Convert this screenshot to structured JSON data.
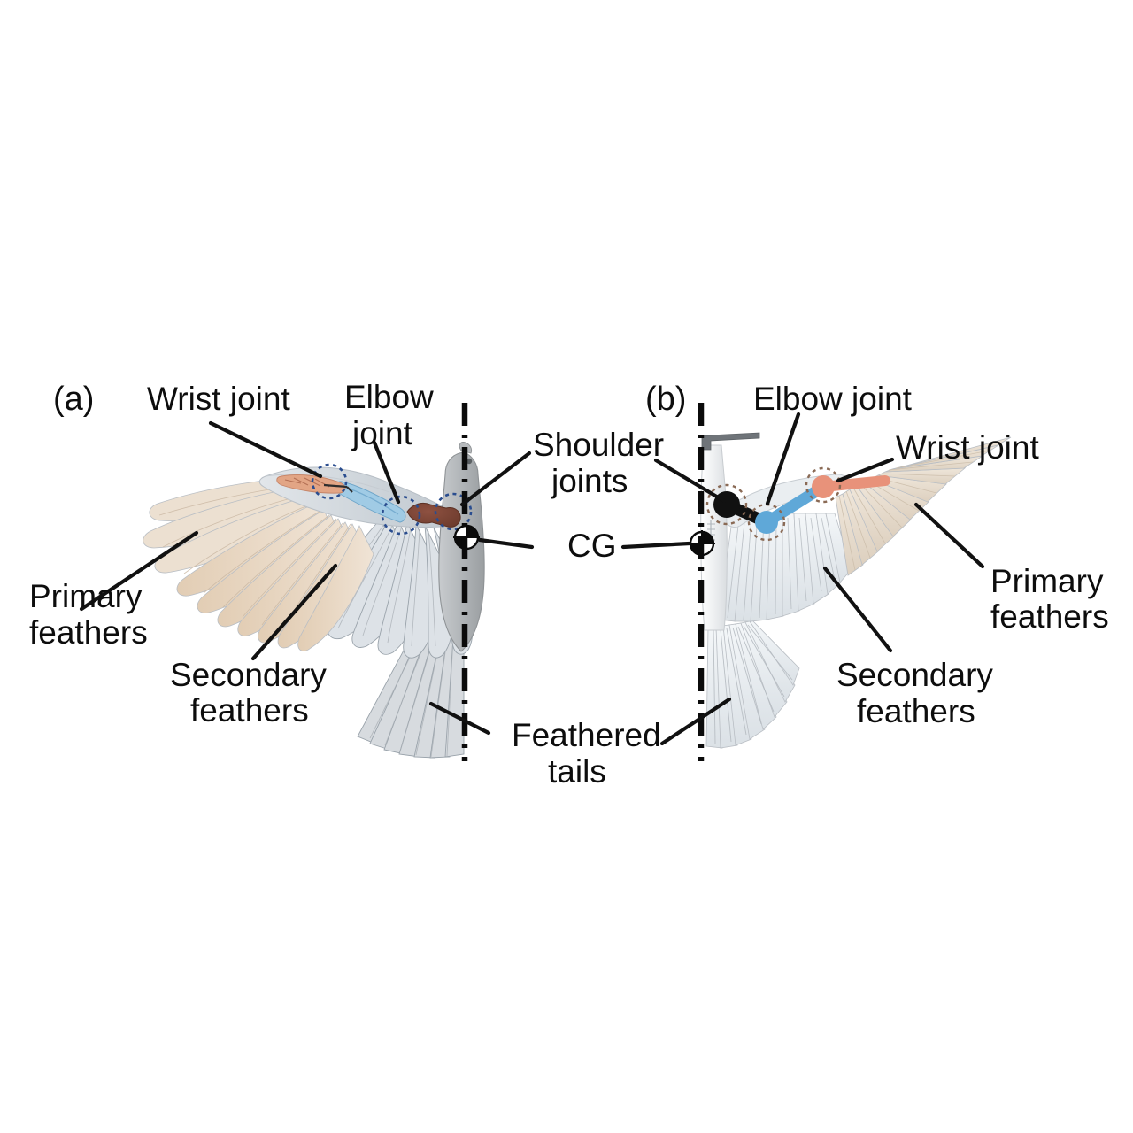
{
  "figure": {
    "title": "Bird and flapping-wing robot anatomy comparison",
    "background_color": "#ffffff"
  },
  "panels": [
    {
      "id": "a",
      "tag": "(a)",
      "subject": "real bird morphology diagram"
    },
    {
      "id": "b",
      "tag": "(b)",
      "subject": "flapping-wing robot prototype"
    }
  ],
  "labels": {
    "panel_a_tag": "(a)",
    "panel_b_tag": "(b)",
    "wrist_joint_left": "Wrist joint",
    "elbow_joint_left_line1": "Elbow",
    "elbow_joint_left_line2": "joint",
    "shoulder_joints_line1": "Shoulder",
    "shoulder_joints_line2": "joints",
    "cg": "CG",
    "primary_feathers_left_line1": "Primary",
    "primary_feathers_left_line2": "feathers",
    "secondary_feathers_left_line1": "Secondary",
    "secondary_feathers_left_line2": "feathers",
    "feathered_tails_line1": "Feathered",
    "feathered_tails_line2": "tails",
    "elbow_joint_right": "Elbow joint",
    "wrist_joint_right": "Wrist joint",
    "primary_feathers_right_line1": "Primary",
    "primary_feathers_right_line2": "feathers",
    "secondary_feathers_right_line1": "Secondary",
    "secondary_feathers_right_line2": "feathers"
  },
  "colors": {
    "text": "#0d0d0d",
    "leader_line": "#111111",
    "centerline": "#0b0b0b",
    "bird_body_gray": "#a9acae",
    "bird_body_light": "#cfd3d6",
    "primary_feather_tan": "#e7d4c0",
    "primary_feather_tan_light": "#efe2d2",
    "secondary_feather_blue_gray": "#dde2e7",
    "tail_feather_gray": "#d9dde1",
    "humerus_brown": "#7a4434",
    "forearm_blue": "#88bfe0",
    "hand_salmon": "#e09a78",
    "robot_link_black": "#111111",
    "robot_link_blue": "#5fa8d8",
    "robot_link_salmon": "#e8927a",
    "robot_body_white": "#f2f4f5",
    "joint_ring_blue": "#2a4d8f",
    "joint_ring_tan": "#8a6a55"
  },
  "annotations": {
    "cg_symbol": "center-of-gravity quartered circle marker",
    "centerline_style": "dash-dot vertical symmetry plane"
  }
}
